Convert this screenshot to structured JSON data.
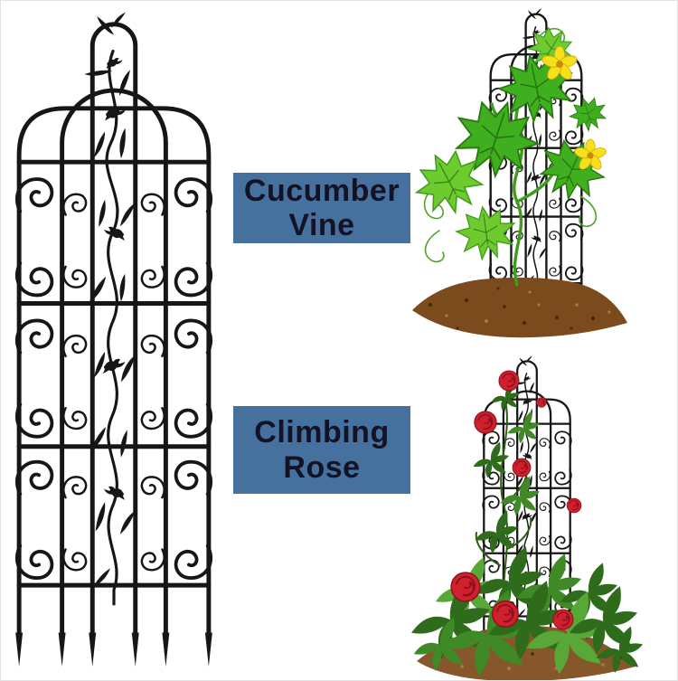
{
  "page": {
    "type": "product-listing-image",
    "background": "#ffffff"
  },
  "labels": {
    "cucumber": {
      "text": "Cucumber\nVine"
    },
    "rose": {
      "text": "Climbing\nRose"
    }
  },
  "illustrations": {
    "trellis": "black-metal-garden-trellis-with-scrolls-leaves-and-birds",
    "cucumber_photo": "cucumber-vine-growing-on-trellis-in-mulch",
    "rose_photo": "climbing-red-roses-on-trellis-in-mulch"
  },
  "colors": {
    "label_bg": "#46719e",
    "label_text": "#131325",
    "trellis": "#161616",
    "leaf_green": "#3fae1f",
    "leaf_green_light": "#6ecb2f",
    "flower_yellow": "#f6e01b",
    "rose_red": "#cf202e",
    "foliage_green": "#2e6b1a",
    "soil_brown": "#7b4a1d",
    "soil_brown_light": "#85572a"
  }
}
